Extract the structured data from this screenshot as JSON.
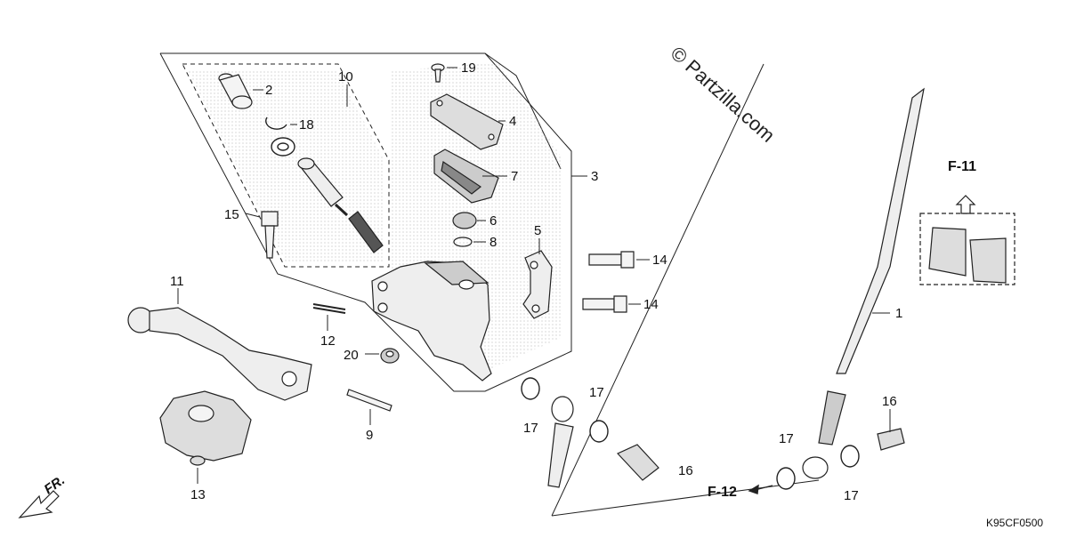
{
  "watermark": "© Partzilla.com",
  "diagram_code": "K95CF0500",
  "direction_label": "FR.",
  "refs": {
    "f11": "F-11",
    "f12": "F-12"
  },
  "callouts": {
    "c1": "1",
    "c2": "2",
    "c3": "3",
    "c4": "4",
    "c5": "5",
    "c6": "6",
    "c7": "7",
    "c8": "8",
    "c9": "9",
    "c10": "10",
    "c11": "11",
    "c12": "12",
    "c13": "13",
    "c14a": "14",
    "c14b": "14",
    "c15": "15",
    "c16a": "16",
    "c16b": "16",
    "c17a": "17",
    "c17b": "17",
    "c17c": "17",
    "c17d": "17",
    "c18": "18",
    "c19": "19",
    "c20": "20"
  }
}
